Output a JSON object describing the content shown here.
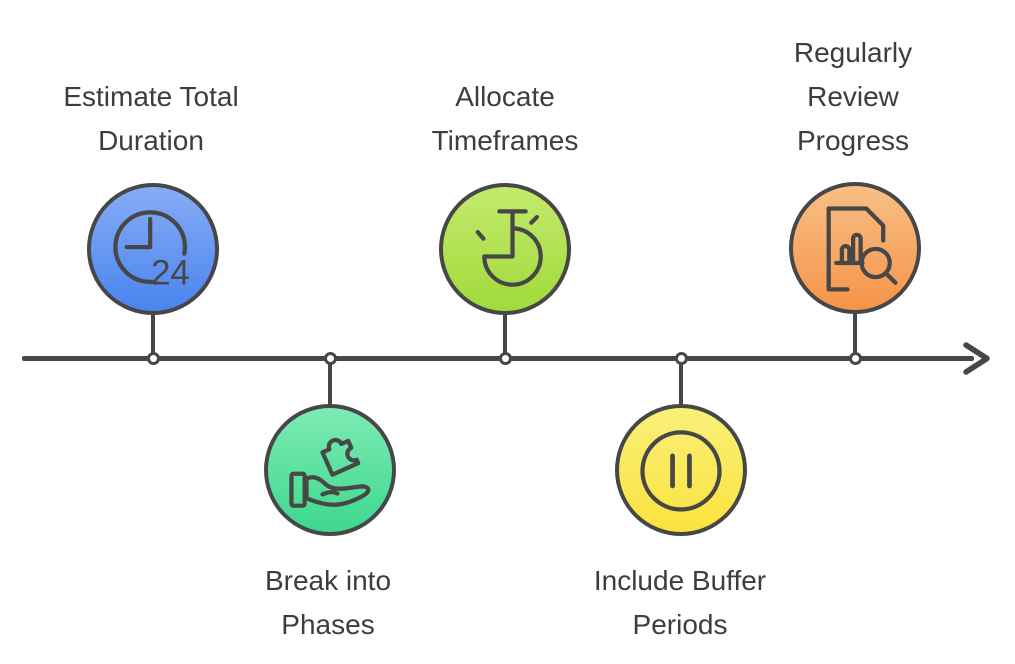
{
  "colors": {
    "line": "#474747",
    "text": "#3D3D3D",
    "background": "#FFFFFF",
    "junction_fill": "#FFFFFF"
  },
  "steps": [
    {
      "label": "Estimate Total Duration",
      "icon": "clock-24-icon",
      "side": "top",
      "gradient_top": "#86ACF5",
      "gradient_bottom": "#4A84EF",
      "clock_digits": "24"
    },
    {
      "label": "Break into Phases",
      "icon": "hand-puzzle-icon",
      "side": "bottom",
      "gradient_top": "#7CEBB3",
      "gradient_bottom": "#3ED88E"
    },
    {
      "label": "Allocate Timeframes",
      "icon": "timer-icon",
      "side": "top",
      "gradient_top": "#C3EA6C",
      "gradient_bottom": "#A1DA3B"
    },
    {
      "label": "Include Buffer Periods",
      "icon": "pause-icon",
      "side": "bottom",
      "gradient_top": "#F9F079",
      "gradient_bottom": "#FBE23D"
    },
    {
      "label": "Regularly Review Progress",
      "icon": "document-search-icon",
      "side": "top",
      "gradient_top": "#F8BF86",
      "gradient_bottom": "#F59449"
    }
  ]
}
